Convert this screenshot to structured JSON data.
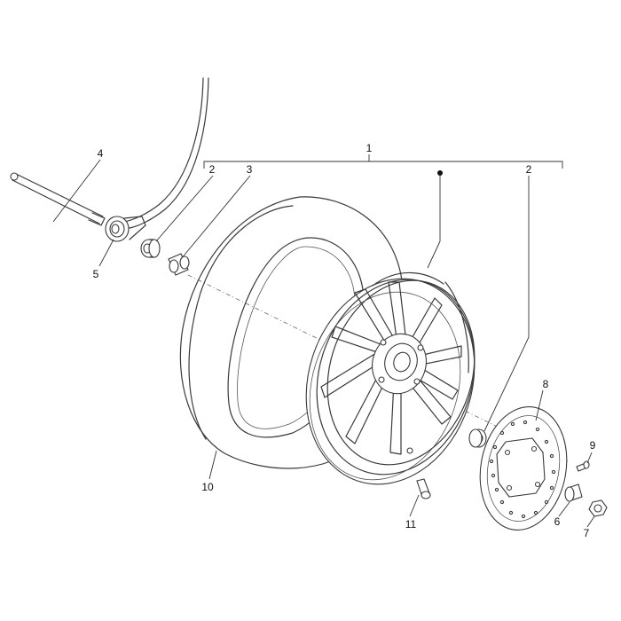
{
  "callouts": {
    "c1": "1",
    "c2a": "2",
    "c2b": "2",
    "c3": "3",
    "c4": "4",
    "c5": "5",
    "c6": "6",
    "c7": "7",
    "c8": "8",
    "c9": "9",
    "c10": "10",
    "c11": "11"
  }
}
